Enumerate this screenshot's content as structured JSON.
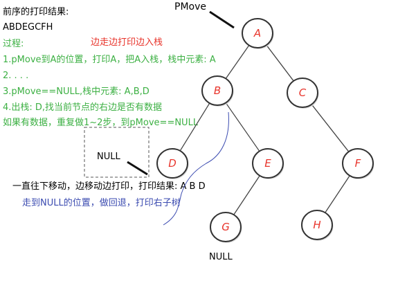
{
  "notes": {
    "preorder_title": "前序的打印结果:",
    "preorder_result": "ABDEGCFH",
    "process": "过程:",
    "step1": "1.pMove到A的位置，打印A，把A入栈，栈中元素: A",
    "step2": "2. . . .",
    "step3": "3.pMove==NULL,栈中元素: A,B,D",
    "step4": "4.出栈: D,找当前节点的右边是否有数据",
    "step5": "如果有数据，重复做1~2步，到pMove==NULL",
    "side_note": "边走边打印边入栈"
  },
  "annotations": {
    "pmove": "PMove",
    "null_left": "NULL",
    "null_bottom": "NULL",
    "down_move": "一直往下移动，边移动边打印，打印结果: A B D",
    "backtrack": "走到NULL的位置，做回退，打印右子树"
  },
  "tree": {
    "nodes": [
      {
        "id": "A",
        "label": "A"
      },
      {
        "id": "B",
        "label": "B"
      },
      {
        "id": "C",
        "label": "C"
      },
      {
        "id": "D",
        "label": "D"
      },
      {
        "id": "E",
        "label": "E"
      },
      {
        "id": "F",
        "label": "F"
      },
      {
        "id": "G",
        "label": "G"
      },
      {
        "id": "H",
        "label": "H"
      }
    ],
    "edges": [
      [
        "A",
        "B"
      ],
      [
        "A",
        "C"
      ],
      [
        "B",
        "D"
      ],
      [
        "B",
        "E"
      ],
      [
        "C",
        "F"
      ],
      [
        "E",
        "G"
      ],
      [
        "F",
        "H"
      ]
    ]
  },
  "colors": {
    "node_stroke": "#333333",
    "edge": "#444444",
    "label": "#e8332a",
    "green_text": "#3cb043",
    "red_text": "#e8332a",
    "blue_text": "#3b4bb0",
    "curve": "#3b4bb0"
  }
}
